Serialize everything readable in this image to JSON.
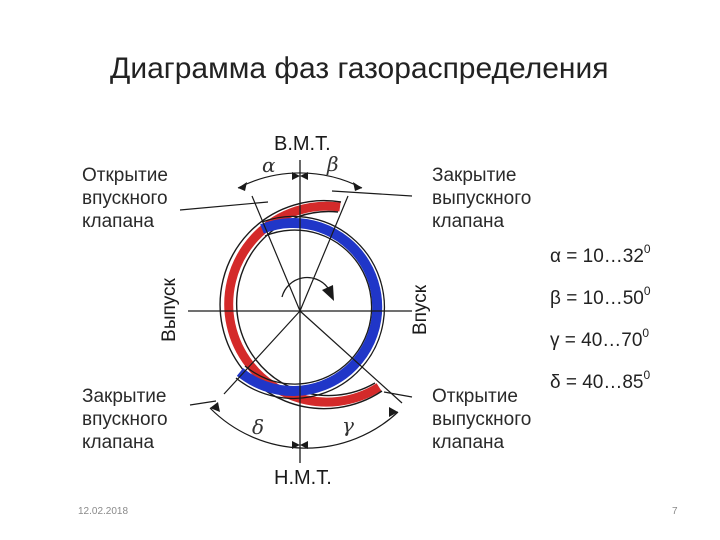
{
  "title": "Диаграмма фаз газораспределения",
  "labels": {
    "tdc": "В.М.Т.",
    "bdc": "Н.М.Т.",
    "intake_open": [
      "Открытие",
      "впускного",
      "клапана"
    ],
    "exhaust_close": [
      "Закрытие",
      "выпускного",
      "клапана"
    ],
    "intake_close": [
      "Закрытие",
      "впускного",
      "клапана"
    ],
    "exhaust_open": [
      "Открытие",
      "выпускного",
      "клапана"
    ],
    "exhaust_stroke": "Выпуск",
    "intake_stroke": "Впуск"
  },
  "angles": {
    "alpha": "α",
    "beta": "β",
    "gamma": "γ",
    "delta": "δ"
  },
  "formulas": [
    {
      "text": "α = 10…32",
      "sup": "0"
    },
    {
      "text": "β = 10…50",
      "sup": "0"
    },
    {
      "text": "γ = 40…70",
      "sup": "0"
    },
    {
      "text": "δ = 40…85",
      "sup": "0"
    }
  ],
  "colors": {
    "exhaust_arc": "#d42a2a",
    "intake_arc": "#2036c8",
    "lines": "#1a1a1a"
  },
  "footer": {
    "date": "12.02.2018",
    "page": "7"
  }
}
